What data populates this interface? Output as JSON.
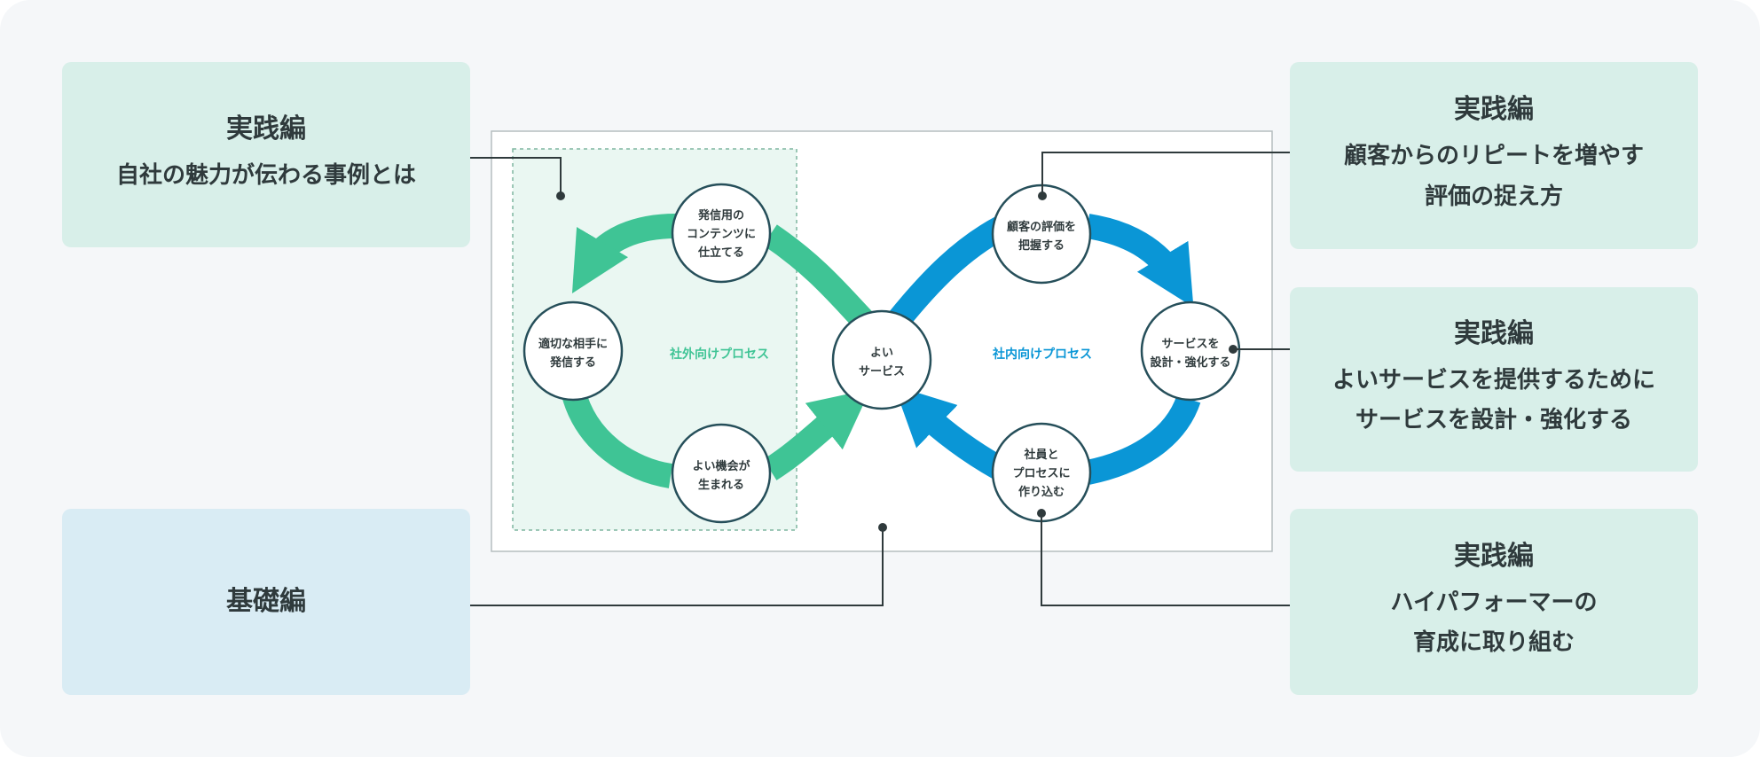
{
  "colors": {
    "background": "#f5f7f9",
    "card_green": "#d8efe9",
    "card_blue": "#d9ecf4",
    "accent_green": "#3fc495",
    "accent_blue": "#0a96d6",
    "node_border": "#264f5a",
    "leader_line": "#2f3a3c"
  },
  "cards": {
    "practice_1": {
      "title": "実践編",
      "lines": [
        "自社の魅力が伝わる事例とは"
      ]
    },
    "basics": {
      "title": "基礎編"
    },
    "practice_2": {
      "title": "実践編",
      "lines": [
        "顧客からのリピートを増やす",
        "評価の捉え方"
      ]
    },
    "practice_3": {
      "title": "実践編",
      "lines": [
        "よいサービスを提供するために",
        "サービスを設計・強化する"
      ]
    },
    "practice_4": {
      "title": "実践編",
      "lines": [
        "ハイパフォーマーの",
        "育成に取り組む"
      ]
    }
  },
  "diagram": {
    "center_node": [
      "よい",
      "サービス"
    ],
    "external_process_label": "社外向けプロセス",
    "internal_process_label": "社内向けプロセス",
    "external_nodes": {
      "content": [
        "発信用の",
        "コンテンツに",
        "仕立てる"
      ],
      "deliver": [
        "適切な相手に",
        "発信する"
      ],
      "opportunity": [
        "よい機会が",
        "生まれる"
      ]
    },
    "internal_nodes": {
      "evaluation": [
        "顧客の評価を",
        "把握する"
      ],
      "design": [
        "サービスを",
        "設計・強化する"
      ],
      "embed": [
        "社員と",
        "プロセスに",
        "作り込む"
      ]
    }
  }
}
